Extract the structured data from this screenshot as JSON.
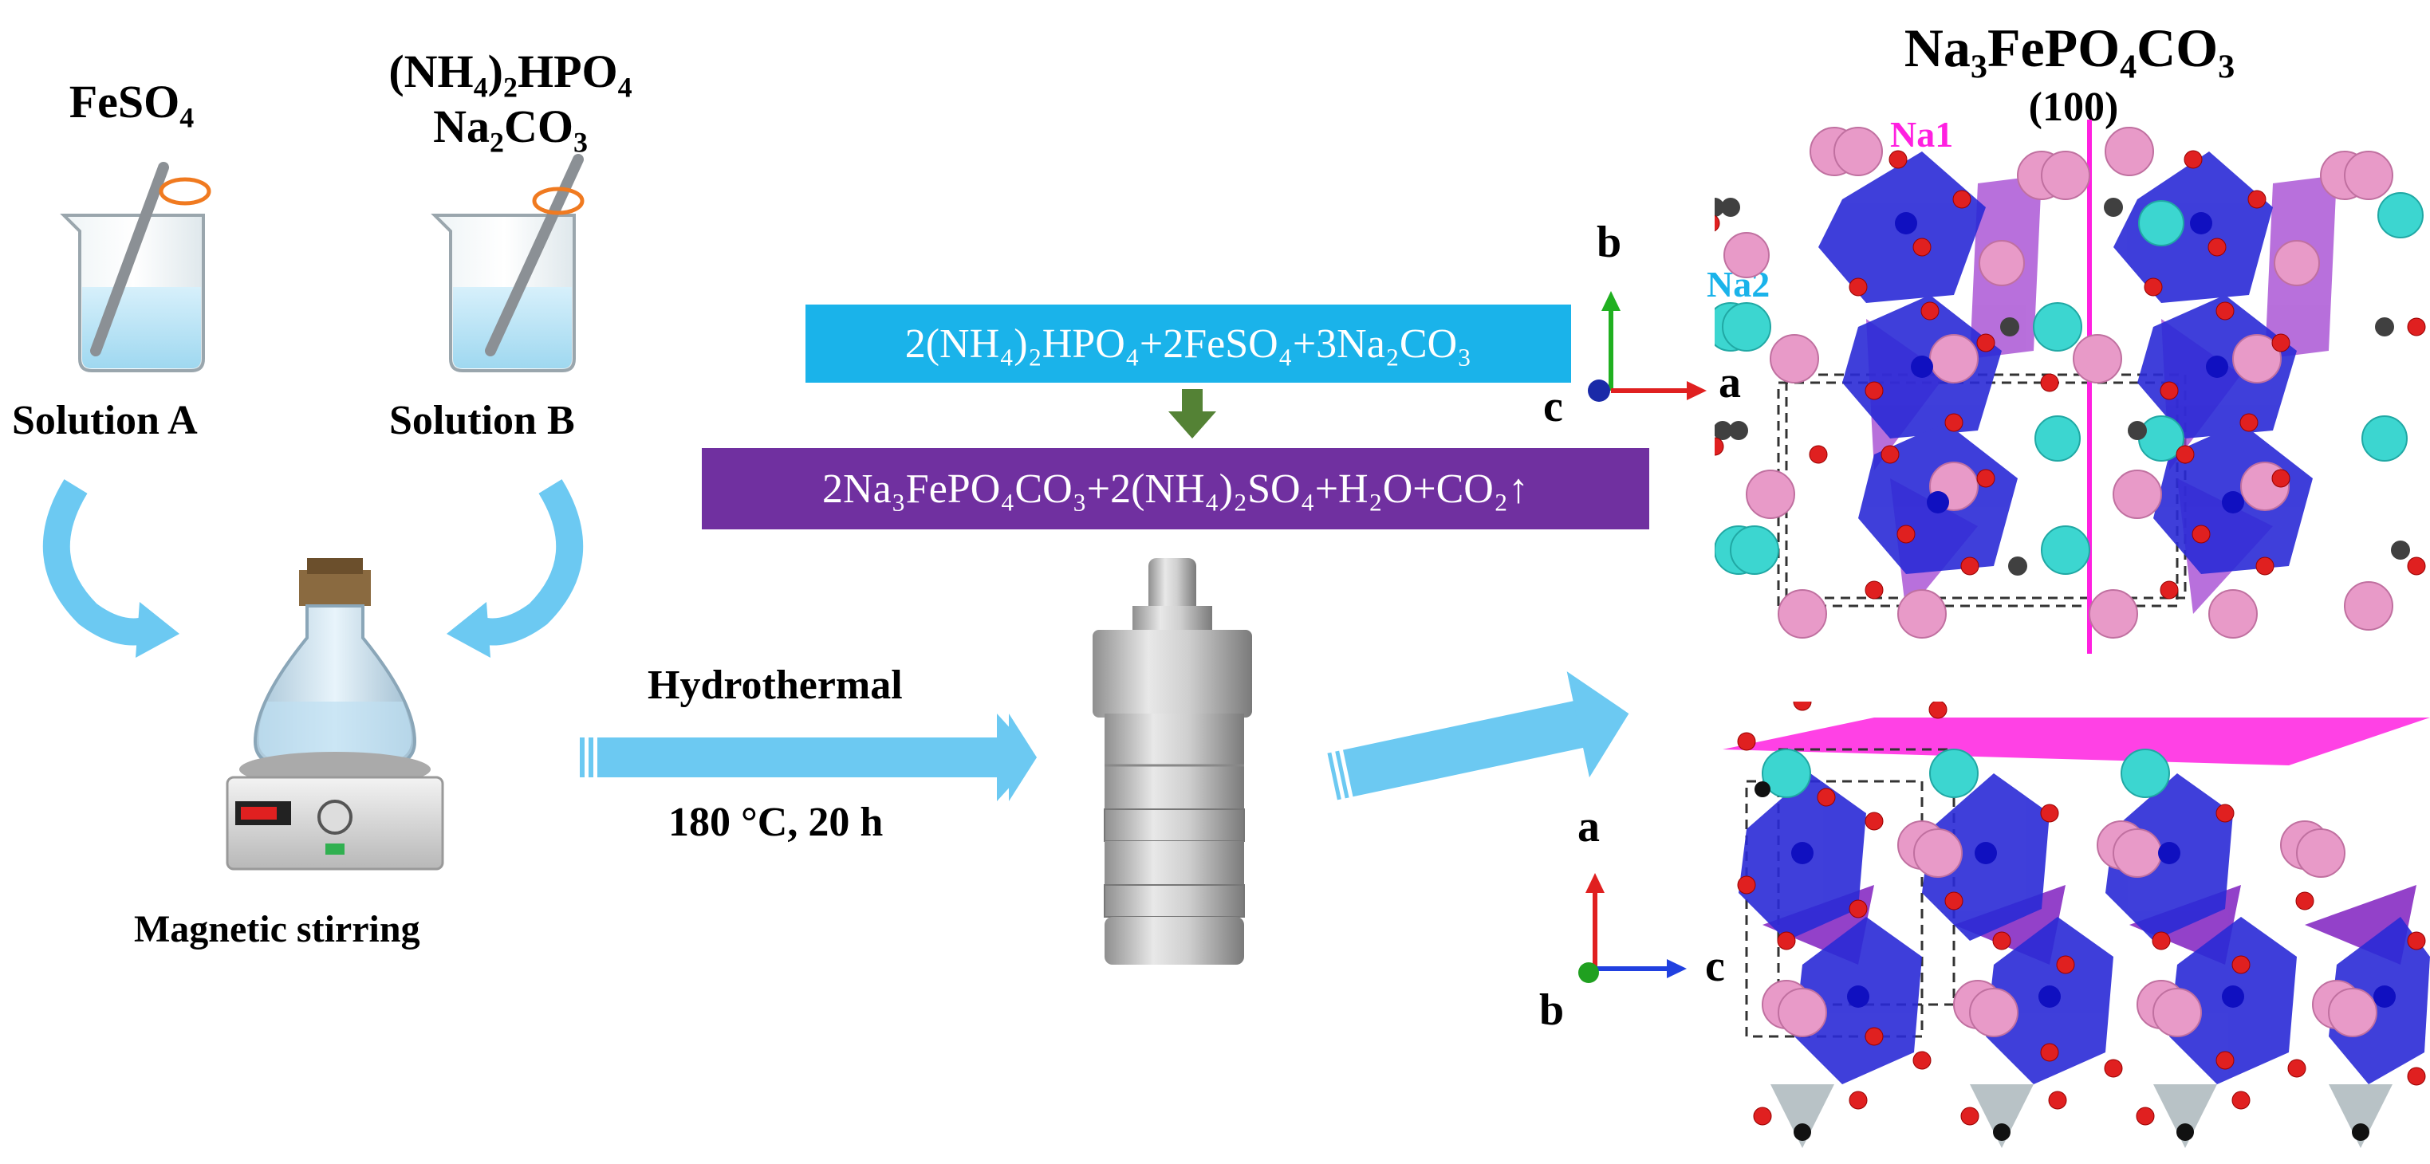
{
  "reagents": {
    "solution_a_reagent": "FeSO",
    "solution_a_reagent_sub": "4",
    "solution_b_reagent_line1_pre": "(NH",
    "solution_b_reagent_line1_sub1": "4",
    "solution_b_reagent_line1_mid": ")",
    "solution_b_reagent_line1_sub2": "2",
    "solution_b_reagent_line1_post": "HPO",
    "solution_b_reagent_line1_sub3": "4",
    "solution_b_reagent_line2_pre": "Na",
    "solution_b_reagent_line2_sub1": "2",
    "solution_b_reagent_line2_mid": "CO",
    "solution_b_reagent_line2_sub2": "3"
  },
  "labels": {
    "solution_a": "Solution A",
    "solution_b": "Solution B",
    "magnetic_stirring": "Magnetic stirring",
    "hydrothermal": "Hydrothermal",
    "conditions": "180 °C, 20 h"
  },
  "equation": {
    "reactants": "2(NH₄)₂HPO₄+2FeSO₄+3Na₂CO₃",
    "products": "2Na₃FePO₄CO₃+2(NH₄)₂SO₄+H₂O+CO₂↑"
  },
  "structure": {
    "title_pre": "Na",
    "title_sub1": "3",
    "title_mid": "FePO",
    "title_sub2": "4",
    "title_mid2": "CO",
    "title_sub3": "3",
    "plane": "(100)",
    "na1": "Na1",
    "na2": "Na2"
  },
  "axes_top": {
    "up": "b",
    "right": "a",
    "out": "c"
  },
  "axes_bottom": {
    "up": "a",
    "right": "c",
    "out": "b"
  },
  "colors": {
    "cyan_box": "#1ab3ea",
    "purple_box": "#7030a0",
    "arrow_blue": "#6cc9f2",
    "green_arrow": "#548235",
    "octahedron": "#2a2ad6",
    "tetrahedron": "#a040d0",
    "na1_pink": "#e89ac8",
    "na2_cyan": "#3cd6d0",
    "oxygen": "#e02020",
    "carbon": "#404040",
    "plane_magenta": "#ff20e0"
  }
}
